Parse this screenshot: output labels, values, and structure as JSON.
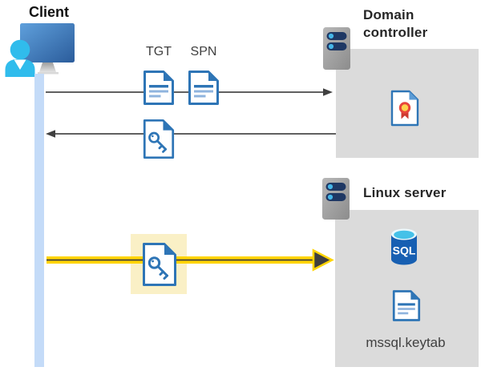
{
  "client": {
    "label": "Client"
  },
  "flow": {
    "tgt_label": "TGT",
    "spn_label": "SPN"
  },
  "domain_controller": {
    "label": "Domain controller"
  },
  "linux_server": {
    "label": "Linux server",
    "sql_label": "SQL",
    "keytab_label": "mssql.keytab"
  },
  "icons": {
    "client": "person-at-monitor-icon",
    "server": "server-icon",
    "ticket_document": "document-icon",
    "key_document": "key-document-icon",
    "certificate": "certificate-icon",
    "sql_database": "sql-database-icon"
  },
  "colors": {
    "accent_yellow": "#FFD400",
    "arrow_gray": "#4A4A4A",
    "box_gray": "#DBDBDB",
    "highlight_yellow": "#FAF0C6",
    "lifeline_blue": "#C4DBF8",
    "doc_blue": "#2E75B6",
    "doc_line_light": "#8FB4DE",
    "server_navy": "#1F3864",
    "server_dot_blue": "#45B6E8",
    "person_cyan": "#30BCEC",
    "sql_blue": "#175FB2",
    "sql_top_cyan": "#45C1E8",
    "cert_red": "#E8463C",
    "cert_gold": "#FFD34D"
  }
}
